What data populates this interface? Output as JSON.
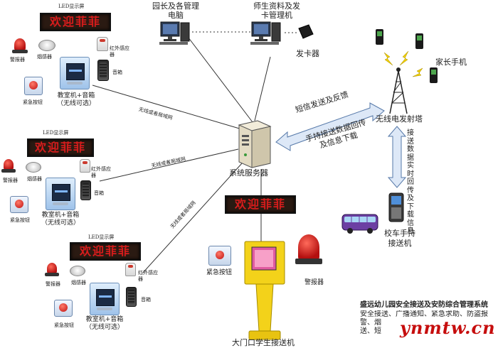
{
  "pc_top_label": "园长及各管理\n电脑",
  "card_pc_label": "师生资料及发\n卡管理机",
  "card_reader_label": "发卡器",
  "parent_phone_label": "家长手机",
  "tower_label": "无线电发射塔",
  "server_label": "系统服务器",
  "sms_label": "短信发送及反馈",
  "handheld_upload_label": "手持接送数据回传\n及信息下载",
  "tower_to_bus_label": "接\n送\n数\n据\n实\n时\n回\n传\n及\n下\n载\n信\n息",
  "bus_device_label": "校车手持\n接送机",
  "gate_label": "大门口学生接送机",
  "gate_led_text": "欢迎菲菲",
  "gate_emergency_label": "紧急按钮",
  "gate_alarm_label": "警报器",
  "wireless_link_label": "无线或者局域网",
  "classrooms": [
    {
      "led_caption": "LED显示屏",
      "led_text": "欢迎菲菲",
      "alarm_label": "警报器",
      "smoke_label": "烟感器",
      "pir_label": "红外感应器",
      "speaker_label": "音箱",
      "emergency_label": "紧急按钮",
      "unit_label": "教室机+音箱\n（无线可选）"
    },
    {
      "led_caption": "LED显示屏",
      "led_text": "欢迎菲菲",
      "alarm_label": "警报器",
      "smoke_label": "烟感器",
      "pir_label": "红外感应器",
      "speaker_label": "音箱",
      "emergency_label": "紧急按钮",
      "unit_label": "教室机+音箱\n（无线可选）"
    },
    {
      "led_caption": "LED显示屏",
      "led_text": "欢迎菲菲",
      "alarm_label": "警报器",
      "smoke_label": "烟感器",
      "pir_label": "红外感应器",
      "speaker_label": "音箱",
      "emergency_label": "紧急按钮",
      "unit_label": "教室机+音箱\n（无线可选）"
    }
  ],
  "system_title": "盛远幼儿园安全接送及安防综合管理系统",
  "system_desc": "安全接送、广播通知、紧急求助、防盗报\n警、烟\n送、短",
  "watermark": "ynmtw.cn",
  "colors": {
    "led_red": "#d81c1c",
    "arrow_fill": "#dde8f7",
    "watermark": "#c60d0d"
  }
}
